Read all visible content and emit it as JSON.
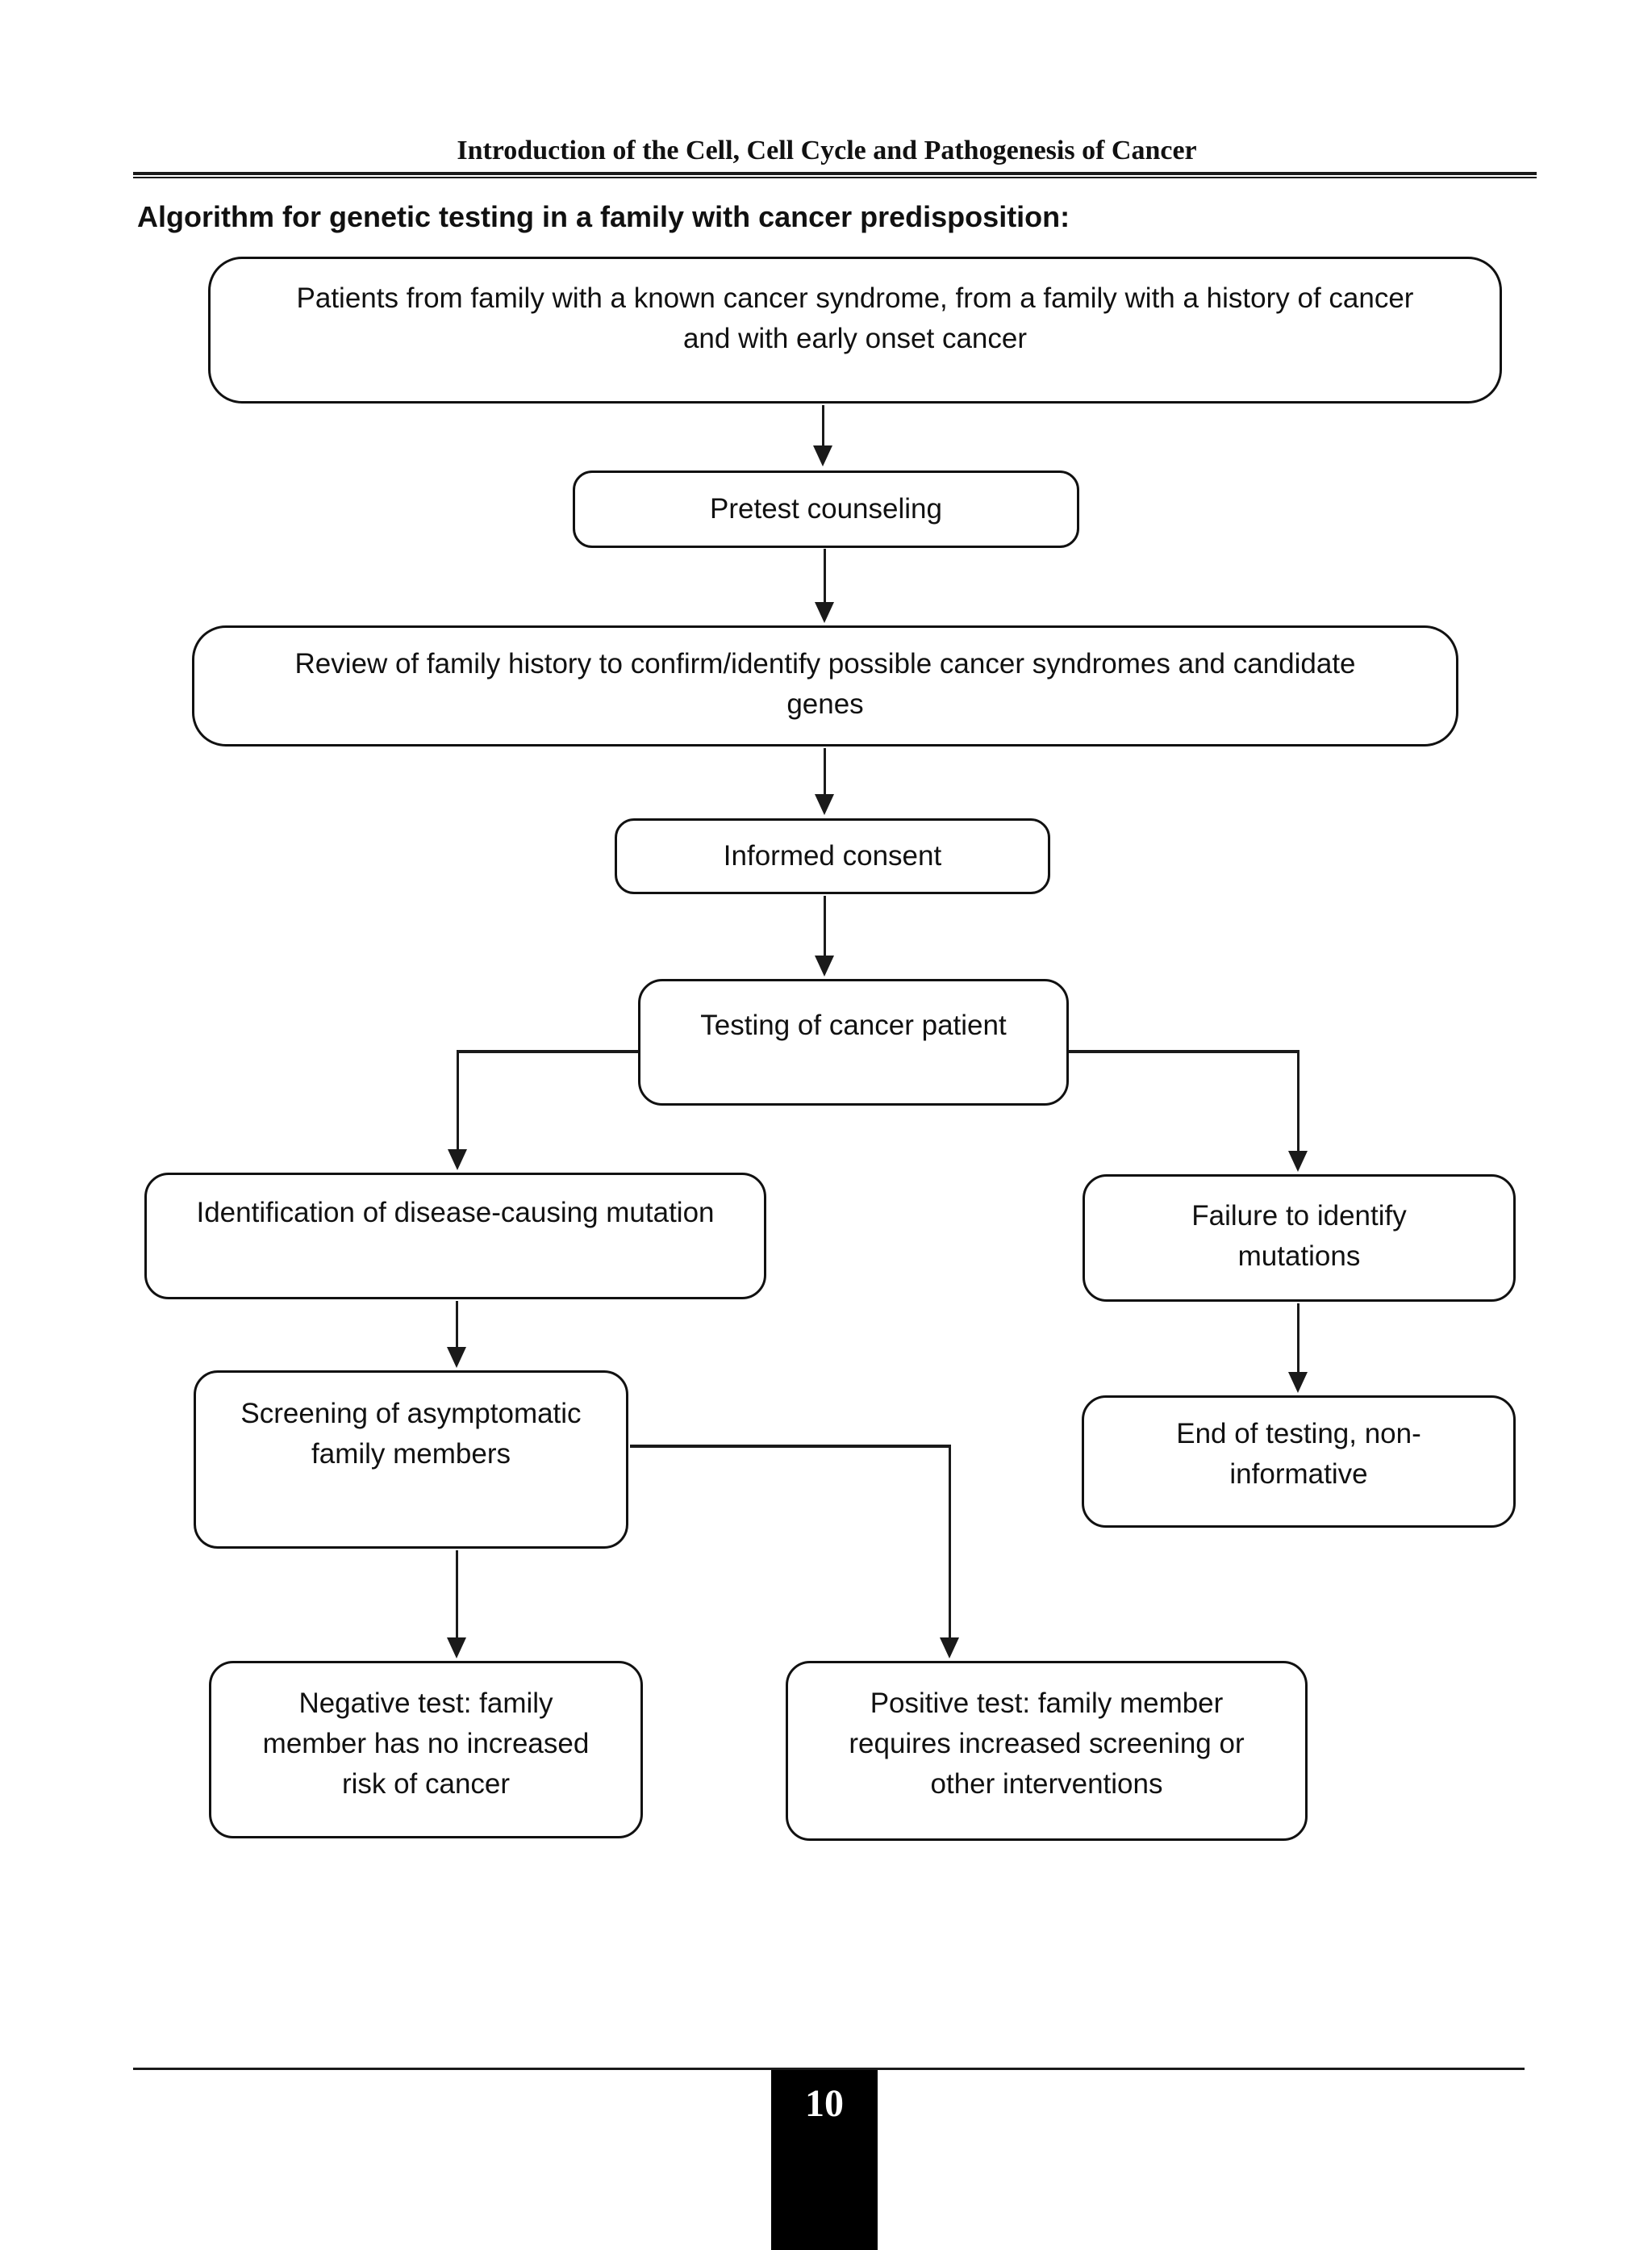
{
  "document": {
    "running_header": "Introduction of the Cell, Cell Cycle and Pathogenesis of Cancer",
    "section_heading": "Algorithm for genetic testing in a family with cancer predisposition:",
    "page_number": "10"
  },
  "colors": {
    "ink": "#111111",
    "background": "#ffffff",
    "page_tab": "#000000",
    "page_number_text": "#ffffff"
  },
  "flowchart": {
    "nodes": [
      {
        "id": "patients",
        "lines": [
          "Patients from family with a known cancer syndrome, from a family with a history of cancer",
          "and with early onset cancer"
        ]
      },
      {
        "id": "pretest-counseling",
        "lines": [
          "Pretest counseling"
        ]
      },
      {
        "id": "review-family-history",
        "lines": [
          "Review of family history to confirm/identify possible cancer syndromes and candidate",
          "genes"
        ]
      },
      {
        "id": "informed-consent",
        "lines": [
          "Informed consent"
        ]
      },
      {
        "id": "testing-cancer-patient",
        "lines": [
          "Testing of cancer patient"
        ]
      },
      {
        "id": "identification-mutation",
        "lines": [
          "Identification of disease-causing mutation"
        ]
      },
      {
        "id": "failure-identify",
        "lines": [
          "Failure to identify",
          "mutations"
        ]
      },
      {
        "id": "screening-asymptomatic",
        "lines": [
          "Screening of asymptomatic",
          "family members"
        ]
      },
      {
        "id": "end-of-testing",
        "lines": [
          "End of testing, non-",
          "informative"
        ]
      },
      {
        "id": "negative-test",
        "lines": [
          "Negative test: family",
          "member has no increased",
          "risk of cancer"
        ]
      },
      {
        "id": "positive-test",
        "lines": [
          "Positive test: family member",
          "requires increased screening or",
          "other interventions"
        ]
      }
    ]
  }
}
